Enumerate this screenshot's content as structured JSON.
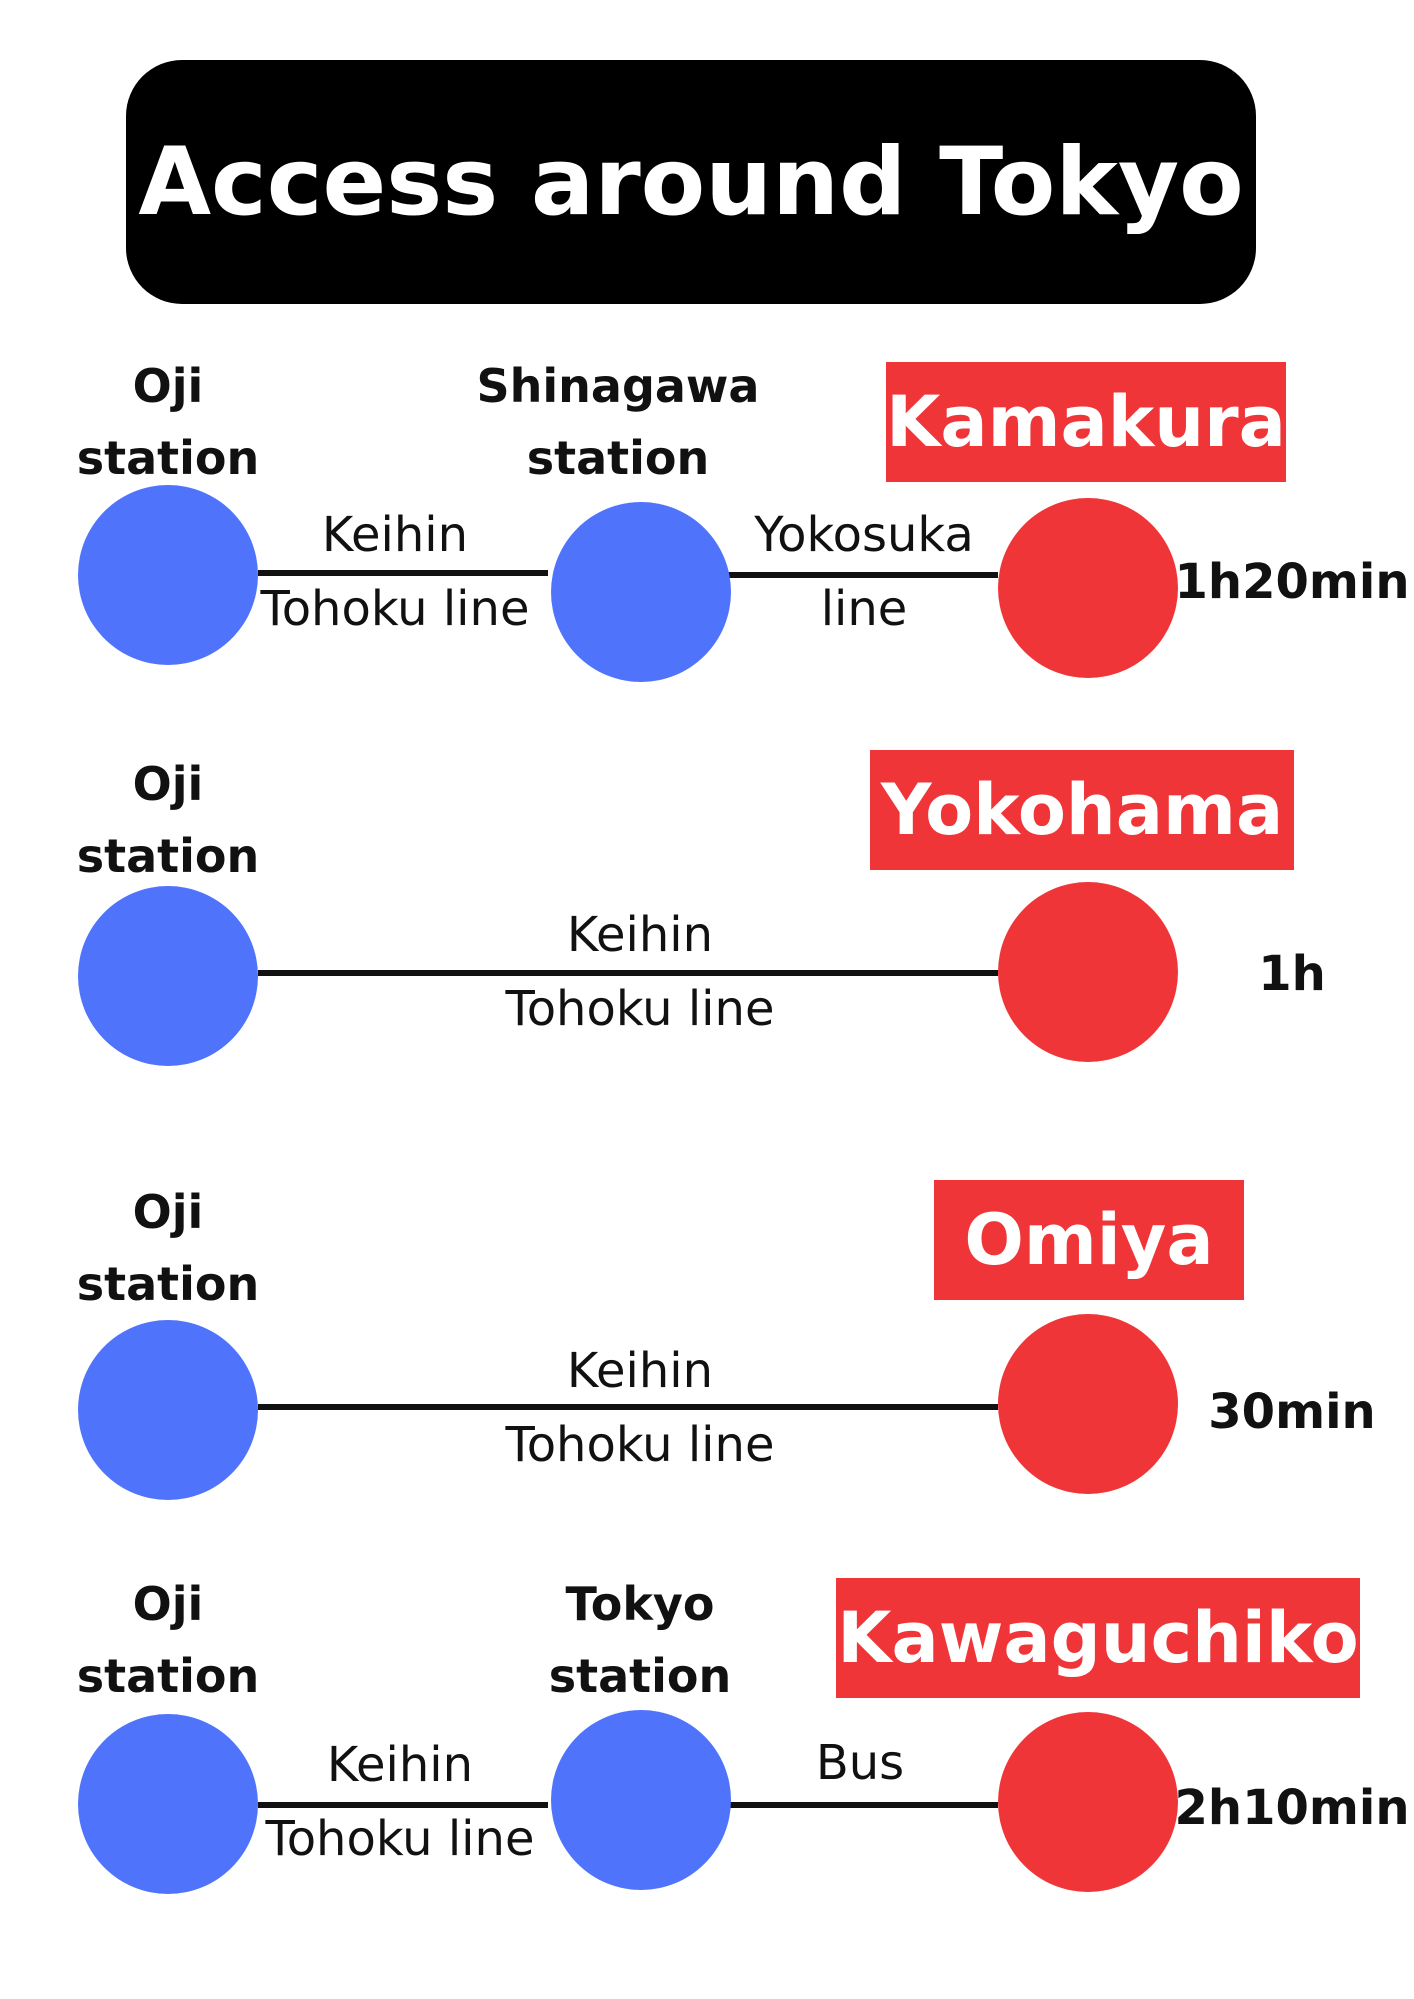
{
  "title": "Access around Tokyo",
  "colors": {
    "station": "#4f74fb",
    "destination": "#ef3538",
    "title_bg": "#000000"
  },
  "routes": [
    {
      "origin": {
        "line1": "Oji",
        "line2": "station"
      },
      "via": {
        "line1": "Shinagawa",
        "line2": "station"
      },
      "destination": "Kamakura",
      "segments": [
        {
          "line1": "Keihin",
          "line2": "Tohoku line"
        },
        {
          "line1": "Yokosuka",
          "line2": "line"
        }
      ],
      "time": "1h20min"
    },
    {
      "origin": {
        "line1": "Oji",
        "line2": "station"
      },
      "destination": "Yokohama",
      "segments": [
        {
          "line1": "Keihin",
          "line2": "Tohoku line"
        }
      ],
      "time": "1h"
    },
    {
      "origin": {
        "line1": "Oji",
        "line2": "station"
      },
      "destination": "Omiya",
      "segments": [
        {
          "line1": "Keihin",
          "line2": "Tohoku line"
        }
      ],
      "time": "30min"
    },
    {
      "origin": {
        "line1": "Oji",
        "line2": "station"
      },
      "via": {
        "line1": "Tokyo",
        "line2": "station"
      },
      "destination": "Kawaguchiko",
      "segments": [
        {
          "line1": "Keihin",
          "line2": "Tohoku line"
        },
        {
          "line1": "Bus"
        }
      ],
      "time": "2h10min"
    }
  ]
}
